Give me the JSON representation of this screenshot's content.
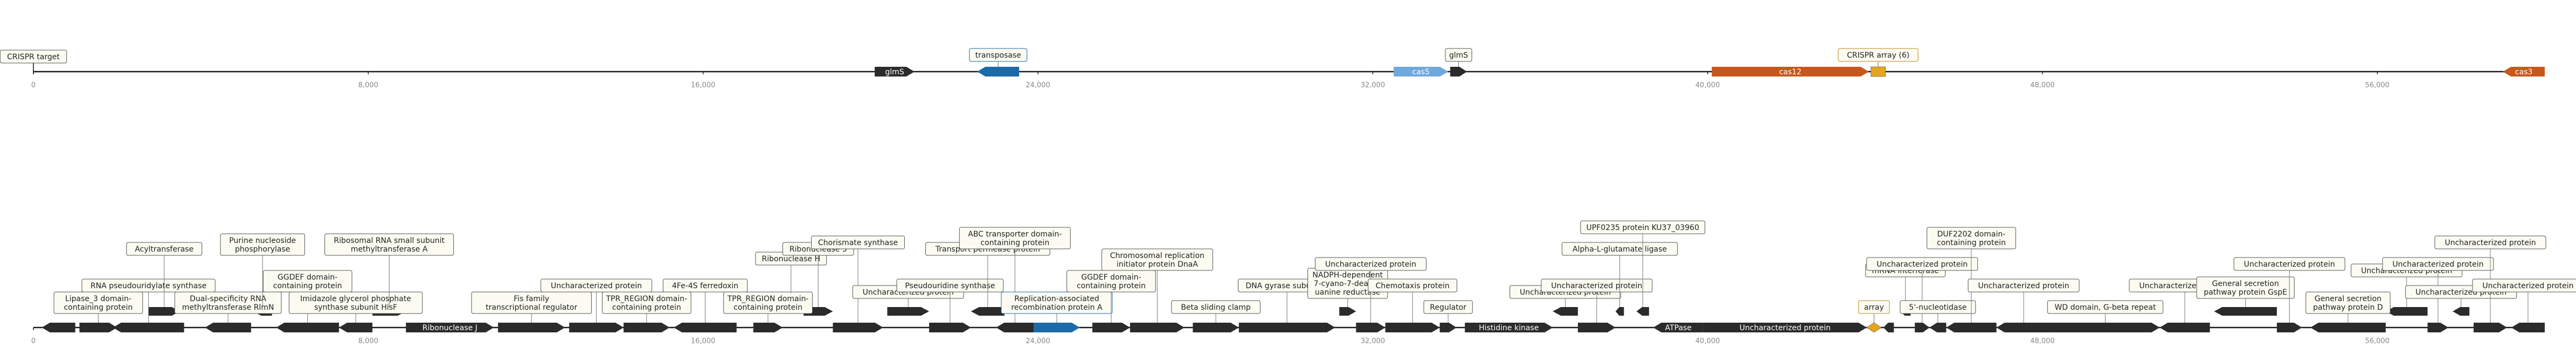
{
  "colors": {
    "gene_dark": "#2b2b2b",
    "cas_orange": "#c8571b",
    "cas_light_blue": "#6fa8dc",
    "transposase_blue": "#1c6aa8",
    "crispr_gold": "#e5a51f",
    "axis": "#1a1a1a",
    "tick_text": "#888888",
    "label_bg": "#fbfbf2",
    "label_border": "#555555",
    "label_text": "#222222"
  },
  "ticks": [
    "0",
    "8,000",
    "16,000",
    "24,000",
    "32,000",
    "40,000",
    "48,000",
    "56,000"
  ],
  "top_track": {
    "marker": {
      "label": "CRISPR target",
      "pos": 0
    },
    "features": [
      {
        "start": 20100,
        "end": 21050,
        "strand": 1,
        "color": "gene_dark",
        "inside": "glmS",
        "callout": ""
      },
      {
        "start": 22550,
        "end": 23550,
        "strand": -1,
        "color": "transposase_blue",
        "inside": "",
        "callout": "transposase"
      },
      {
        "start": 32500,
        "end": 33800,
        "strand": 1,
        "color": "cas_light_blue",
        "inside": "cas5",
        "callout": ""
      },
      {
        "start": 33850,
        "end": 34250,
        "strand": 1,
        "color": "gene_dark",
        "inside": "",
        "callout": "glmS"
      },
      {
        "start": 40100,
        "end": 43850,
        "strand": 1,
        "color": "cas_orange",
        "inside": "cas12",
        "callout": ""
      },
      {
        "start": 43900,
        "end": 44250,
        "strand": 0,
        "color": "crispr_gold",
        "inside": "",
        "callout": "CRISPR array (6)"
      },
      {
        "start": 59000,
        "end": 60000,
        "strand": -1,
        "color": "cas_orange",
        "inside": "cas3",
        "callout": ""
      }
    ]
  },
  "bottom_track": {
    "features": [
      {
        "start": 200,
        "end": 1000,
        "strand": -1,
        "color": "gene_dark",
        "inside": "",
        "callout": "",
        "lane": 0
      },
      {
        "start": 1100,
        "end": 2000,
        "strand": 1,
        "color": "gene_dark",
        "inside": "",
        "callout": "Lipase_3 domain-\ncontaining protein",
        "lane": 0
      },
      {
        "start": 1900,
        "end": 3600,
        "strand": -1,
        "color": "gene_dark",
        "inside": "",
        "callout": "RNA pseudouridylate synthase",
        "lane": 0
      },
      {
        "start": 2750,
        "end": 3500,
        "strand": 1,
        "color": "gene_dark",
        "inside": "",
        "callout": "Acyltransferase",
        "lane": 1
      },
      {
        "start": 4100,
        "end": 5200,
        "strand": -1,
        "color": "gene_dark",
        "inside": "",
        "callout": "Dual-specificity RNA\nmethyltransferase RlmN",
        "lane": 0
      },
      {
        "start": 5250,
        "end": 5700,
        "strand": -1,
        "color": "gene_dark",
        "inside": "",
        "callout": "Purine nucleoside\nphosphorylase",
        "lane": 1
      },
      {
        "start": 5800,
        "end": 7300,
        "strand": -1,
        "color": "gene_dark",
        "inside": "",
        "callout": "GGDEF domain-\ncontaining protein",
        "lane": 0
      },
      {
        "start": 7300,
        "end": 8100,
        "strand": -1,
        "color": "gene_dark",
        "inside": "",
        "callout": "Imidazole glycerol phosphate\nsynthase subunit HisF",
        "lane": 0
      },
      {
        "start": 8100,
        "end": 8900,
        "strand": 1,
        "color": "gene_dark",
        "inside": "",
        "callout": "Ribosomal RNA small subunit\nmethyltransferase A",
        "lane": 1
      },
      {
        "start": 8900,
        "end": 11000,
        "strand": 1,
        "color": "gene_dark",
        "inside": "Ribonuclease J",
        "callout": "",
        "lane": 0
      },
      {
        "start": 11100,
        "end": 12700,
        "strand": 1,
        "color": "gene_dark",
        "inside": "",
        "callout": "Fis family\ntranscriptional regulator",
        "lane": 0
      },
      {
        "start": 12800,
        "end": 14100,
        "strand": 1,
        "color": "gene_dark",
        "inside": "",
        "callout": "Uncharacterized protein",
        "lane": 0
      },
      {
        "start": 14100,
        "end": 15200,
        "strand": 1,
        "color": "gene_dark",
        "inside": "",
        "callout": "TPR_REGION domain-\ncontaining protein",
        "lane": 0
      },
      {
        "start": 15300,
        "end": 16800,
        "strand": -1,
        "color": "gene_dark",
        "inside": "",
        "callout": "4Fe-4S ferredoxin",
        "lane": 0
      },
      {
        "start": 17200,
        "end": 17900,
        "strand": 1,
        "color": "gene_dark",
        "inside": "",
        "callout": "TPR_REGION domain-\ncontaining protein",
        "lane": 0
      },
      {
        "start": 17900,
        "end": 18300,
        "strand": 1,
        "color": "gene_dark",
        "inside": "",
        "callout": "Ribonuclease H",
        "lane": 2
      },
      {
        "start": 18400,
        "end": 19100,
        "strand": 1,
        "color": "gene_dark",
        "inside": "",
        "callout": "Ribonuclease 3",
        "lane": 1
      },
      {
        "start": 19100,
        "end": 20300,
        "strand": 1,
        "color": "gene_dark",
        "inside": "",
        "callout": "Chorismate synthase",
        "lane": 0
      },
      {
        "start": 20400,
        "end": 21400,
        "strand": 1,
        "color": "gene_dark",
        "inside": "",
        "callout": "Uncharacterized protein",
        "lane": 1
      },
      {
        "start": 21400,
        "end": 22400,
        "strand": 1,
        "color": "gene_dark",
        "inside": "",
        "callout": "Pseudouridine synthase",
        "lane": 0
      },
      {
        "start": 22400,
        "end": 23200,
        "strand": -1,
        "color": "gene_dark",
        "inside": "",
        "callout": "Transport permease protein",
        "lane": 1
      },
      {
        "start": 23000,
        "end": 23900,
        "strand": -1,
        "color": "gene_dark",
        "inside": "",
        "callout": "ABC transporter domain-\ncontaining protein",
        "lane": 0
      },
      {
        "start": 23900,
        "end": 25000,
        "strand": 1,
        "color": "transposase_blue",
        "inside": "",
        "callout": "Replication-associated\nrecombination protein A",
        "lane": 0
      },
      {
        "start": 25300,
        "end": 26200,
        "strand": 1,
        "color": "gene_dark",
        "inside": "",
        "callout": "GGDEF domain-\ncontaining protein",
        "lane": 0
      },
      {
        "start": 26200,
        "end": 27500,
        "strand": 1,
        "color": "gene_dark",
        "inside": "",
        "callout": "Chromosomal replication\ninitiator protein DnaA",
        "lane": 0
      },
      {
        "start": 27700,
        "end": 28800,
        "strand": 1,
        "color": "gene_dark",
        "inside": "",
        "callout": "Beta sliding clamp",
        "lane": 0
      },
      {
        "start": 28800,
        "end": 31100,
        "strand": 1,
        "color": "gene_dark",
        "inside": "",
        "callout": "DNA gyrase subunit B",
        "lane": 0
      },
      {
        "start": 31200,
        "end": 31600,
        "strand": 1,
        "color": "gene_dark",
        "inside": "",
        "callout": "NADPH-dependent\n7-cyano-7-deazag\nuanine reductase",
        "lane": 1
      },
      {
        "start": 31600,
        "end": 32300,
        "strand": 1,
        "color": "gene_dark",
        "inside": "",
        "callout": "Uncharacterized protein",
        "lane": 0
      },
      {
        "start": 32300,
        "end": 33600,
        "strand": 1,
        "color": "gene_dark",
        "inside": "",
        "callout": "Chemotaxis protein",
        "lane": 0
      },
      {
        "start": 33600,
        "end": 34000,
        "strand": 1,
        "color": "gene_dark",
        "inside": "",
        "callout": "Regulator",
        "lane": 0
      },
      {
        "start": 34200,
        "end": 36300,
        "strand": 1,
        "color": "gene_dark",
        "inside": "Histidine kinase",
        "callout": "",
        "lane": 0
      },
      {
        "start": 36300,
        "end": 36900,
        "strand": -1,
        "color": "gene_dark",
        "inside": "",
        "callout": "Uncharacterized protein",
        "lane": 1
      },
      {
        "start": 36900,
        "end": 37800,
        "strand": 1,
        "color": "gene_dark",
        "inside": "",
        "callout": "Uncharacterized protein",
        "lane": 0
      },
      {
        "start": 37800,
        "end": 38000,
        "strand": -1,
        "color": "gene_dark",
        "inside": "",
        "callout": "Alpha-L-glutamate ligase",
        "lane": 1
      },
      {
        "start": 38300,
        "end": 38600,
        "strand": -1,
        "color": "gene_dark",
        "inside": "",
        "callout": "UPF0235 protein KU37_03960",
        "lane": 1
      },
      {
        "start": 38700,
        "end": 39900,
        "strand": -1,
        "color": "gene_dark",
        "inside": "ATPase",
        "callout": "",
        "lane": 0
      },
      {
        "start": 39900,
        "end": 43800,
        "strand": 1,
        "color": "gene_dark",
        "inside": "Uncharacterized protein",
        "callout": "",
        "lane": 0
      },
      {
        "start": 43800,
        "end": 44150,
        "strand": 0,
        "color": "crispr_gold",
        "inside": "",
        "callout": "array",
        "lane": 0
      },
      {
        "start": 44200,
        "end": 44450,
        "strand": -1,
        "color": "gene_dark",
        "inside": "",
        "callout": "",
        "lane": 0
      },
      {
        "start": 44600,
        "end": 44850,
        "strand": -1,
        "color": "gene_dark",
        "inside": "",
        "callout": "mRNA interferase",
        "lane": 1
      },
      {
        "start": 44950,
        "end": 45300,
        "strand": 1,
        "color": "gene_dark",
        "inside": "",
        "callout": "Uncharacterized protein",
        "lane": 0
      },
      {
        "start": 45300,
        "end": 45700,
        "strand": -1,
        "color": "gene_dark",
        "inside": "",
        "callout": "5'-nucleotidase",
        "lane": 0
      },
      {
        "start": 45700,
        "end": 46900,
        "strand": -1,
        "color": "gene_dark",
        "inside": "",
        "callout": "DUF2202 domain-\ncontaining protein",
        "lane": 0
      },
      {
        "start": 46900,
        "end": 48200,
        "strand": -1,
        "color": "gene_dark",
        "inside": "",
        "callout": "Uncharacterized protein",
        "lane": 0
      },
      {
        "start": 48200,
        "end": 50800,
        "strand": 1,
        "color": "gene_dark",
        "inside": "",
        "callout": "WD domain, G-beta repeat",
        "lane": 0
      },
      {
        "start": 50800,
        "end": 52000,
        "strand": -1,
        "color": "gene_dark",
        "inside": "",
        "callout": "Uncharacterized protein",
        "lane": 0
      },
      {
        "start": 52100,
        "end": 53600,
        "strand": -1,
        "color": "gene_dark",
        "inside": "",
        "callout": "General secretion\npathway protein GspE",
        "lane": 1
      },
      {
        "start": 53600,
        "end": 54200,
        "strand": 1,
        "color": "gene_dark",
        "inside": "",
        "callout": "Uncharacterized protein",
        "lane": 0
      },
      {
        "start": 54400,
        "end": 56200,
        "strand": -1,
        "color": "gene_dark",
        "inside": "",
        "callout": "General secretion\npathway protein D",
        "lane": 0
      },
      {
        "start": 56200,
        "end": 57200,
        "strand": -1,
        "color": "gene_dark",
        "inside": "",
        "callout": "Uncharacterized protein",
        "lane": 1
      },
      {
        "start": 57200,
        "end": 57700,
        "strand": 1,
        "color": "gene_dark",
        "inside": "",
        "callout": "Uncharacterized protein",
        "lane": 0
      },
      {
        "start": 57800,
        "end": 58200,
        "strand": -1,
        "color": "gene_dark",
        "inside": "",
        "callout": "Uncharacterized protein",
        "lane": 1
      },
      {
        "start": 58300,
        "end": 59100,
        "strand": 1,
        "color": "gene_dark",
        "inside": "",
        "callout": "Uncharacterized protein",
        "lane": 0
      },
      {
        "start": 59200,
        "end": 60000,
        "strand": -1,
        "color": "gene_dark",
        "inside": "",
        "callout": "Uncharacterized protein",
        "lane": 0
      }
    ]
  }
}
